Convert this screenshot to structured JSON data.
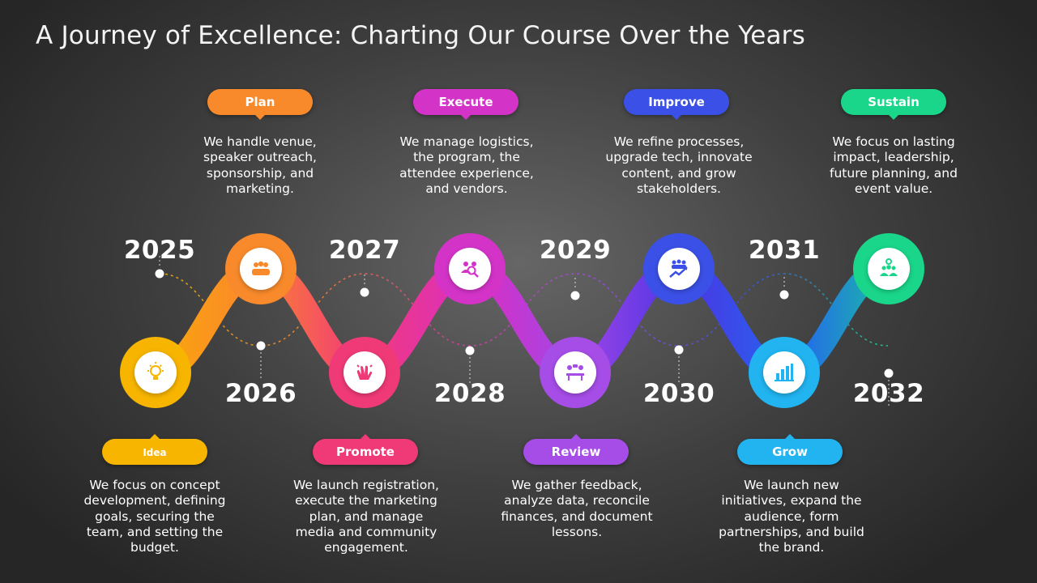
{
  "title": "A Journey of Excellence: Charting Our Course Over the Years",
  "steps": [
    {
      "year": "2025",
      "label": "Idea",
      "description": "We focus on concept development, defining goals, securing the team, and setting the budget.",
      "color": "#f7b500",
      "icon": "lightbulb-icon"
    },
    {
      "year": "2026",
      "label": "Plan",
      "description": "We handle venue, speaker outreach, sponsorship, and marketing.",
      "color": "#f98a2b",
      "icon": "team-meeting-icon"
    },
    {
      "year": "2027",
      "label": "Promote",
      "description": "We launch registration, execute the marketing plan, and manage media and community engagement.",
      "color": "#f03a78",
      "icon": "clapping-hands-icon"
    },
    {
      "year": "2028",
      "label": "Execute",
      "description": "We manage logistics, the program, the attendee experience, and vendors.",
      "color": "#d433c8",
      "icon": "people-search-icon"
    },
    {
      "year": "2029",
      "label": "Review",
      "description": "We gather feedback, analyze data, reconcile finances, and document lessons.",
      "color": "#a64de8",
      "icon": "discussion-table-icon"
    },
    {
      "year": "2030",
      "label": "Improve",
      "description": "We refine processes, upgrade tech, innovate content, and grow stakeholders.",
      "color": "#3b50e6",
      "icon": "team-growth-icon"
    },
    {
      "year": "2031",
      "label": "Grow",
      "description": "We launch new initiatives, expand the audience, form partnerships, and build the brand.",
      "color": "#21b4f0",
      "icon": "bar-chart-icon"
    },
    {
      "year": "2032",
      "label": "Sustain",
      "description": "We focus on lasting impact, leadership, future planning, and event value.",
      "color": "#19d68a",
      "icon": "team-location-icon"
    }
  ]
}
